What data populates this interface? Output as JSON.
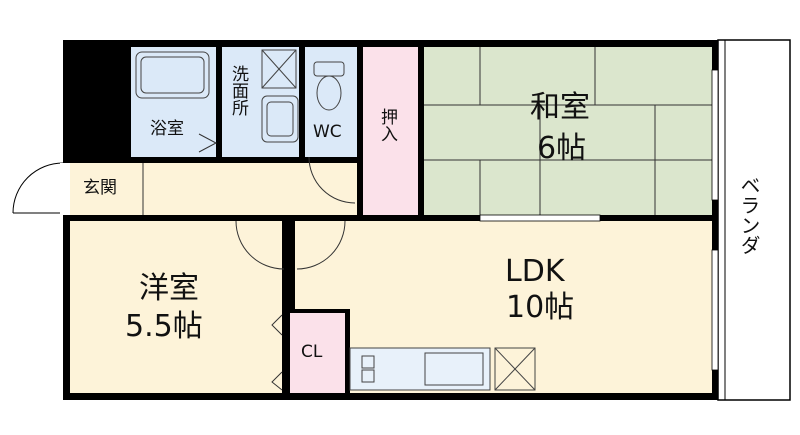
{
  "rooms": {
    "bath": "浴室",
    "washroom": "洗面所",
    "toilet": "WC",
    "closet": "押入",
    "washitsu_name": "和室",
    "washitsu_size": "6帖",
    "entrance": "玄関",
    "yoshitsu_name": "洋室",
    "yoshitsu_size": "5.5帖",
    "clothes_closet": "CL",
    "ldk_name": "LDK",
    "ldk_size": "10帖",
    "balcony": "ベランダ"
  },
  "colors": {
    "wall": "#000000",
    "wet_area": "#dbe9f8",
    "living": "#fdf3d9",
    "tatami": "#dbe6cd",
    "storage": "#fbe1ea"
  }
}
